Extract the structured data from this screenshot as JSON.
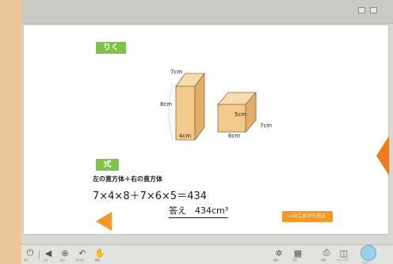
{
  "header": {
    "section_label": "りく"
  },
  "figure": {
    "box1": {
      "depth": "7cm",
      "height": "8cm",
      "width": "4cm"
    },
    "box2": {
      "height": "5cm",
      "width": "6cm",
      "depth": "7cm"
    }
  },
  "formula": {
    "label": "式",
    "description": "左の直方体＋右の直方体",
    "expression": "7×4×8＋7×6×5＝434",
    "answer": "答え　434cm³"
  },
  "nav": {
    "restart_label": "↩はじめから見る"
  },
  "colors": {
    "accent_green": "#7fc447",
    "accent_orange": "#f39a26",
    "box_face": "#f3c98c"
  },
  "toolbar": {
    "tools": [
      {
        "icon": "power-icon",
        "label": "終了"
      },
      {
        "icon": "back-icon",
        "label": "戻る"
      },
      {
        "icon": "zoom-icon",
        "label": "拡大"
      },
      {
        "icon": "undo-icon",
        "label": "元に戻す"
      },
      {
        "icon": "hand-icon",
        "label": "移動"
      },
      {
        "icon": "settings-icon",
        "label": "設定"
      },
      {
        "icon": "grid-icon",
        "label": "表示"
      },
      {
        "icon": "print-icon",
        "label": "印刷"
      },
      {
        "icon": "window-icon",
        "label": "ウィンドウ"
      },
      {
        "icon": "globe-icon",
        "label": "ヘルプ"
      }
    ]
  }
}
